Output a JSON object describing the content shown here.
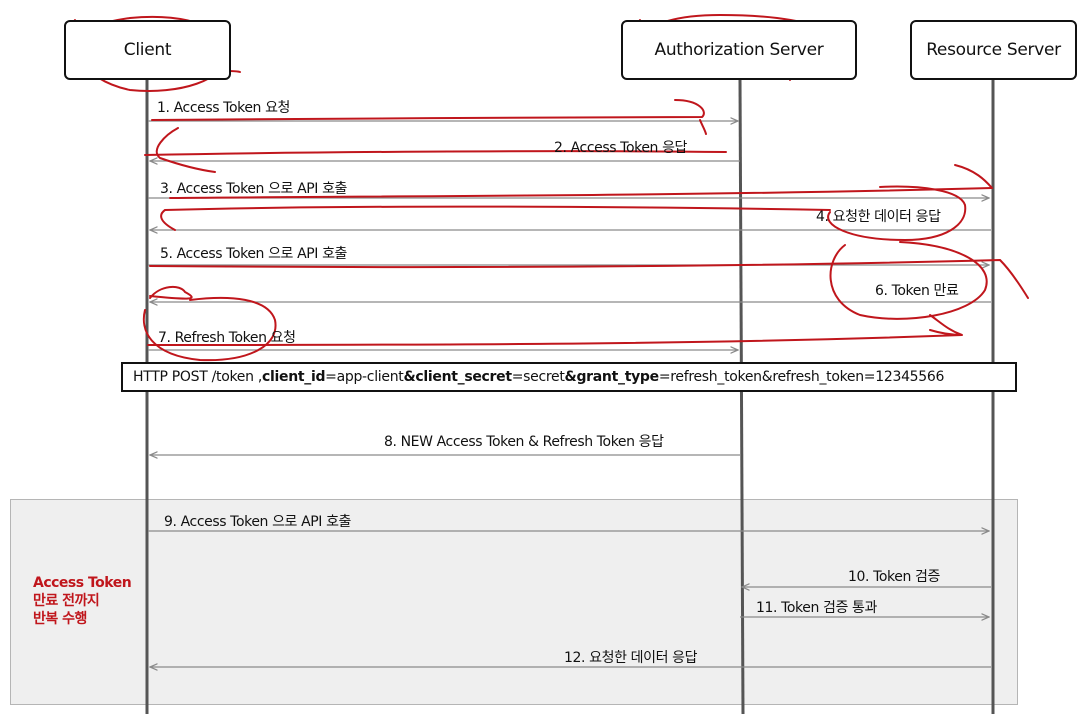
{
  "actors": {
    "client": "Client",
    "authorization_server": "Authorization Server",
    "resource_server": "Resource Server"
  },
  "messages": [
    {
      "id": 1,
      "label": "1. Access Token 요청",
      "from": "client",
      "to": "authorization_server"
    },
    {
      "id": 2,
      "label": "2. Access Token 응답",
      "from": "authorization_server",
      "to": "client"
    },
    {
      "id": 3,
      "label": "3. Access Token 으로 API 호출",
      "from": "client",
      "to": "resource_server"
    },
    {
      "id": 4,
      "label": "4. 요청한 데이터 응답",
      "from": "resource_server",
      "to": "client"
    },
    {
      "id": 5,
      "label": "5. Access Token 으로 API 호출",
      "from": "client",
      "to": "resource_server"
    },
    {
      "id": 6,
      "label": "6. Token 만료",
      "from": "resource_server",
      "to": "client"
    },
    {
      "id": 7,
      "label": "7. Refresh Token 요청",
      "from": "client",
      "to": "authorization_server"
    },
    {
      "id": 8,
      "label": "8. NEW Access Token & Refresh Token 응답",
      "from": "authorization_server",
      "to": "client"
    },
    {
      "id": 9,
      "label": "9. Access Token 으로 API 호출",
      "from": "client",
      "to": "resource_server"
    },
    {
      "id": 10,
      "label": "10. Token 검증",
      "from": "resource_server",
      "to": "authorization_server"
    },
    {
      "id": 11,
      "label": "11. Token 검증 통과",
      "from": "authorization_server",
      "to": "resource_server"
    },
    {
      "id": 12,
      "label": "12. 요청한 데이터 응답",
      "from": "resource_server",
      "to": "client"
    }
  ],
  "http_request": {
    "prefix": "HTTP POST /token , ",
    "k1": "client_id",
    "v1": "=app-client",
    "k2": "&client_secret",
    "v2": "=secret",
    "k3": "&grant_type",
    "v3": "=refresh_token&refresh_token=12345566"
  },
  "loop_note": {
    "line1": "Access Token",
    "line2": "만료 전까지",
    "line3": "반복 수행"
  },
  "colors": {
    "annotation_red": "#c0161c",
    "lifeline": "#555555",
    "arrow": "#8a8a8a",
    "region_fill": "#efefef"
  }
}
